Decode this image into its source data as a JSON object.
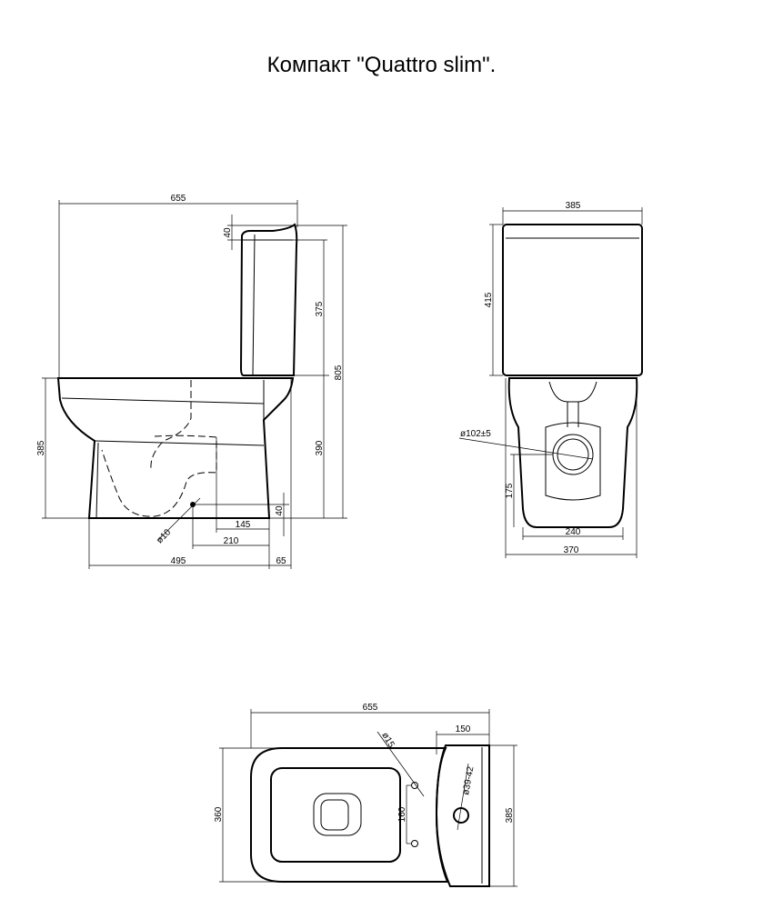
{
  "title": "Компакт \"Quattro slim\".",
  "side_view": {
    "overall_length": "655",
    "lid_height": "40",
    "tank_height": "375",
    "total_height": "805",
    "bowl_height": "385",
    "seat_height": "390",
    "fix_height": "40",
    "fix_dist_145": "145",
    "fix_dist_210": "210",
    "base_length": "495",
    "wall_gap": "65",
    "fix_hole": "ø10"
  },
  "front_view": {
    "tank_width": "385",
    "tank_height": "415",
    "outlet": "ø102±5",
    "outlet_height": "175",
    "base_width": "240",
    "bowl_width": "370"
  },
  "top_view": {
    "overall_length": "655",
    "tank_depth": "150",
    "bowl_width": "360",
    "tank_width": "385",
    "hole_dist": "160",
    "fix_hole": "ø15",
    "button_hole": "ø39-42"
  }
}
